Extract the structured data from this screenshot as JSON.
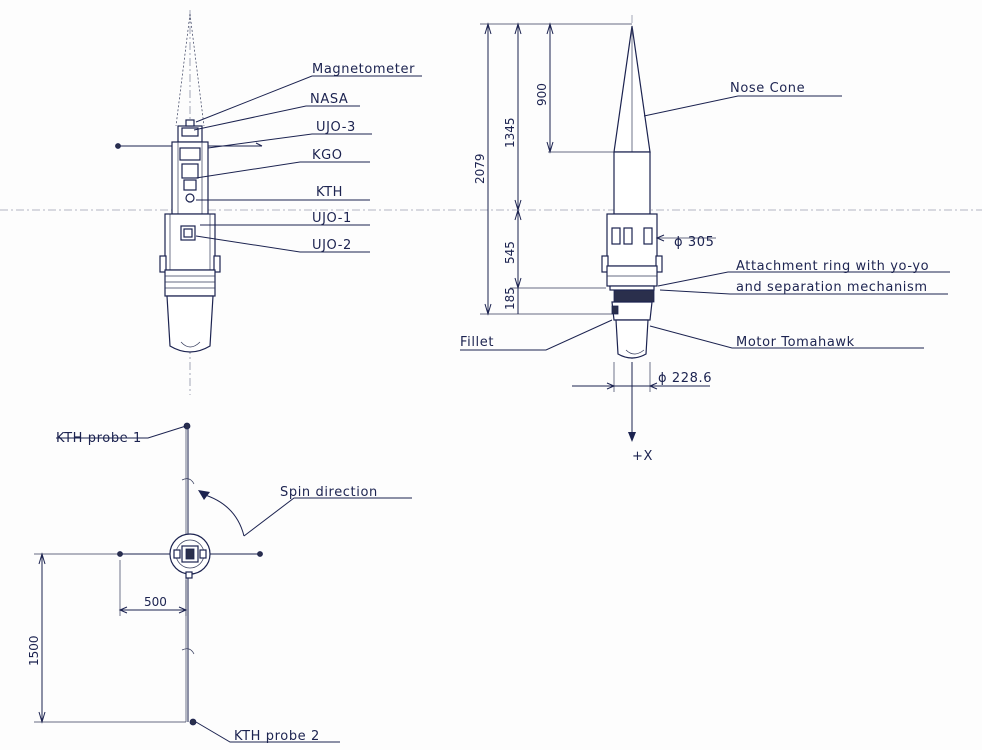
{
  "labels": {
    "magnetometer": "Magnetometer",
    "nasa": "NASA",
    "ujo3": "UJO-3",
    "kgo": "KGO",
    "kth": "KTH",
    "ujo1": "UJO-1",
    "ujo2": "UJO-2",
    "nose_cone": "Nose Cone",
    "attachment_ring_1": "Attachment ring with yo-yo",
    "attachment_ring_2": "and separation mechanism",
    "fillet": "Fillet",
    "motor": "Motor Tomahawk",
    "axis": "+X",
    "kth_probe_1": "KTH probe 1",
    "kth_probe_2": "KTH probe 2",
    "spin_direction": "Spin direction"
  },
  "dimensions": {
    "total_length": "2079",
    "payload_length": "1345",
    "nose_length": "900",
    "section_545": "545",
    "section_185": "185",
    "dia_305": "ϕ 305",
    "dia_228": "ϕ 228.6",
    "probe_arm": "500",
    "probe_span": "1500"
  }
}
